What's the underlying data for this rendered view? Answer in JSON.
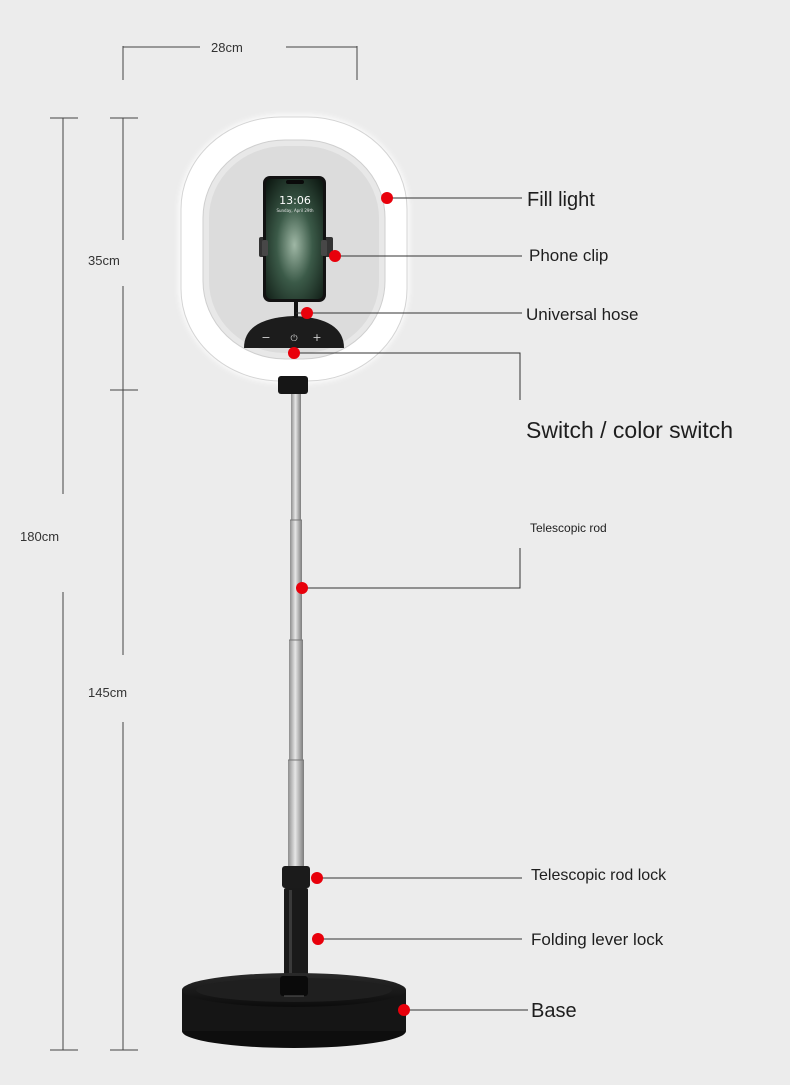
{
  "dimensions": {
    "width": "28cm",
    "ring_height": "35cm",
    "total_height": "180cm",
    "pole_height": "145cm"
  },
  "phone": {
    "time": "13:06",
    "date": "Sunday, April 29th"
  },
  "control_panel": {
    "minus": "−",
    "power": "⏻",
    "plus": "+"
  },
  "callouts": {
    "fill_light": "Fill light",
    "phone_clip": "Phone clip",
    "universal_hose": "Universal hose",
    "switch": "Switch / color switch",
    "telescopic_rod": "Telescopic rod",
    "telescopic_rod_lock": "Telescopic rod lock",
    "folding_lever_lock": "Folding lever lock",
    "base": "Base"
  },
  "colors": {
    "background": "#ececec",
    "marker": "#e8000b",
    "ring_glow": "#ffffff",
    "stand": "#1c1c1c",
    "rod": "#b9b9b9"
  },
  "icons": {
    "marker": "red-dot",
    "power": "power-icon"
  }
}
